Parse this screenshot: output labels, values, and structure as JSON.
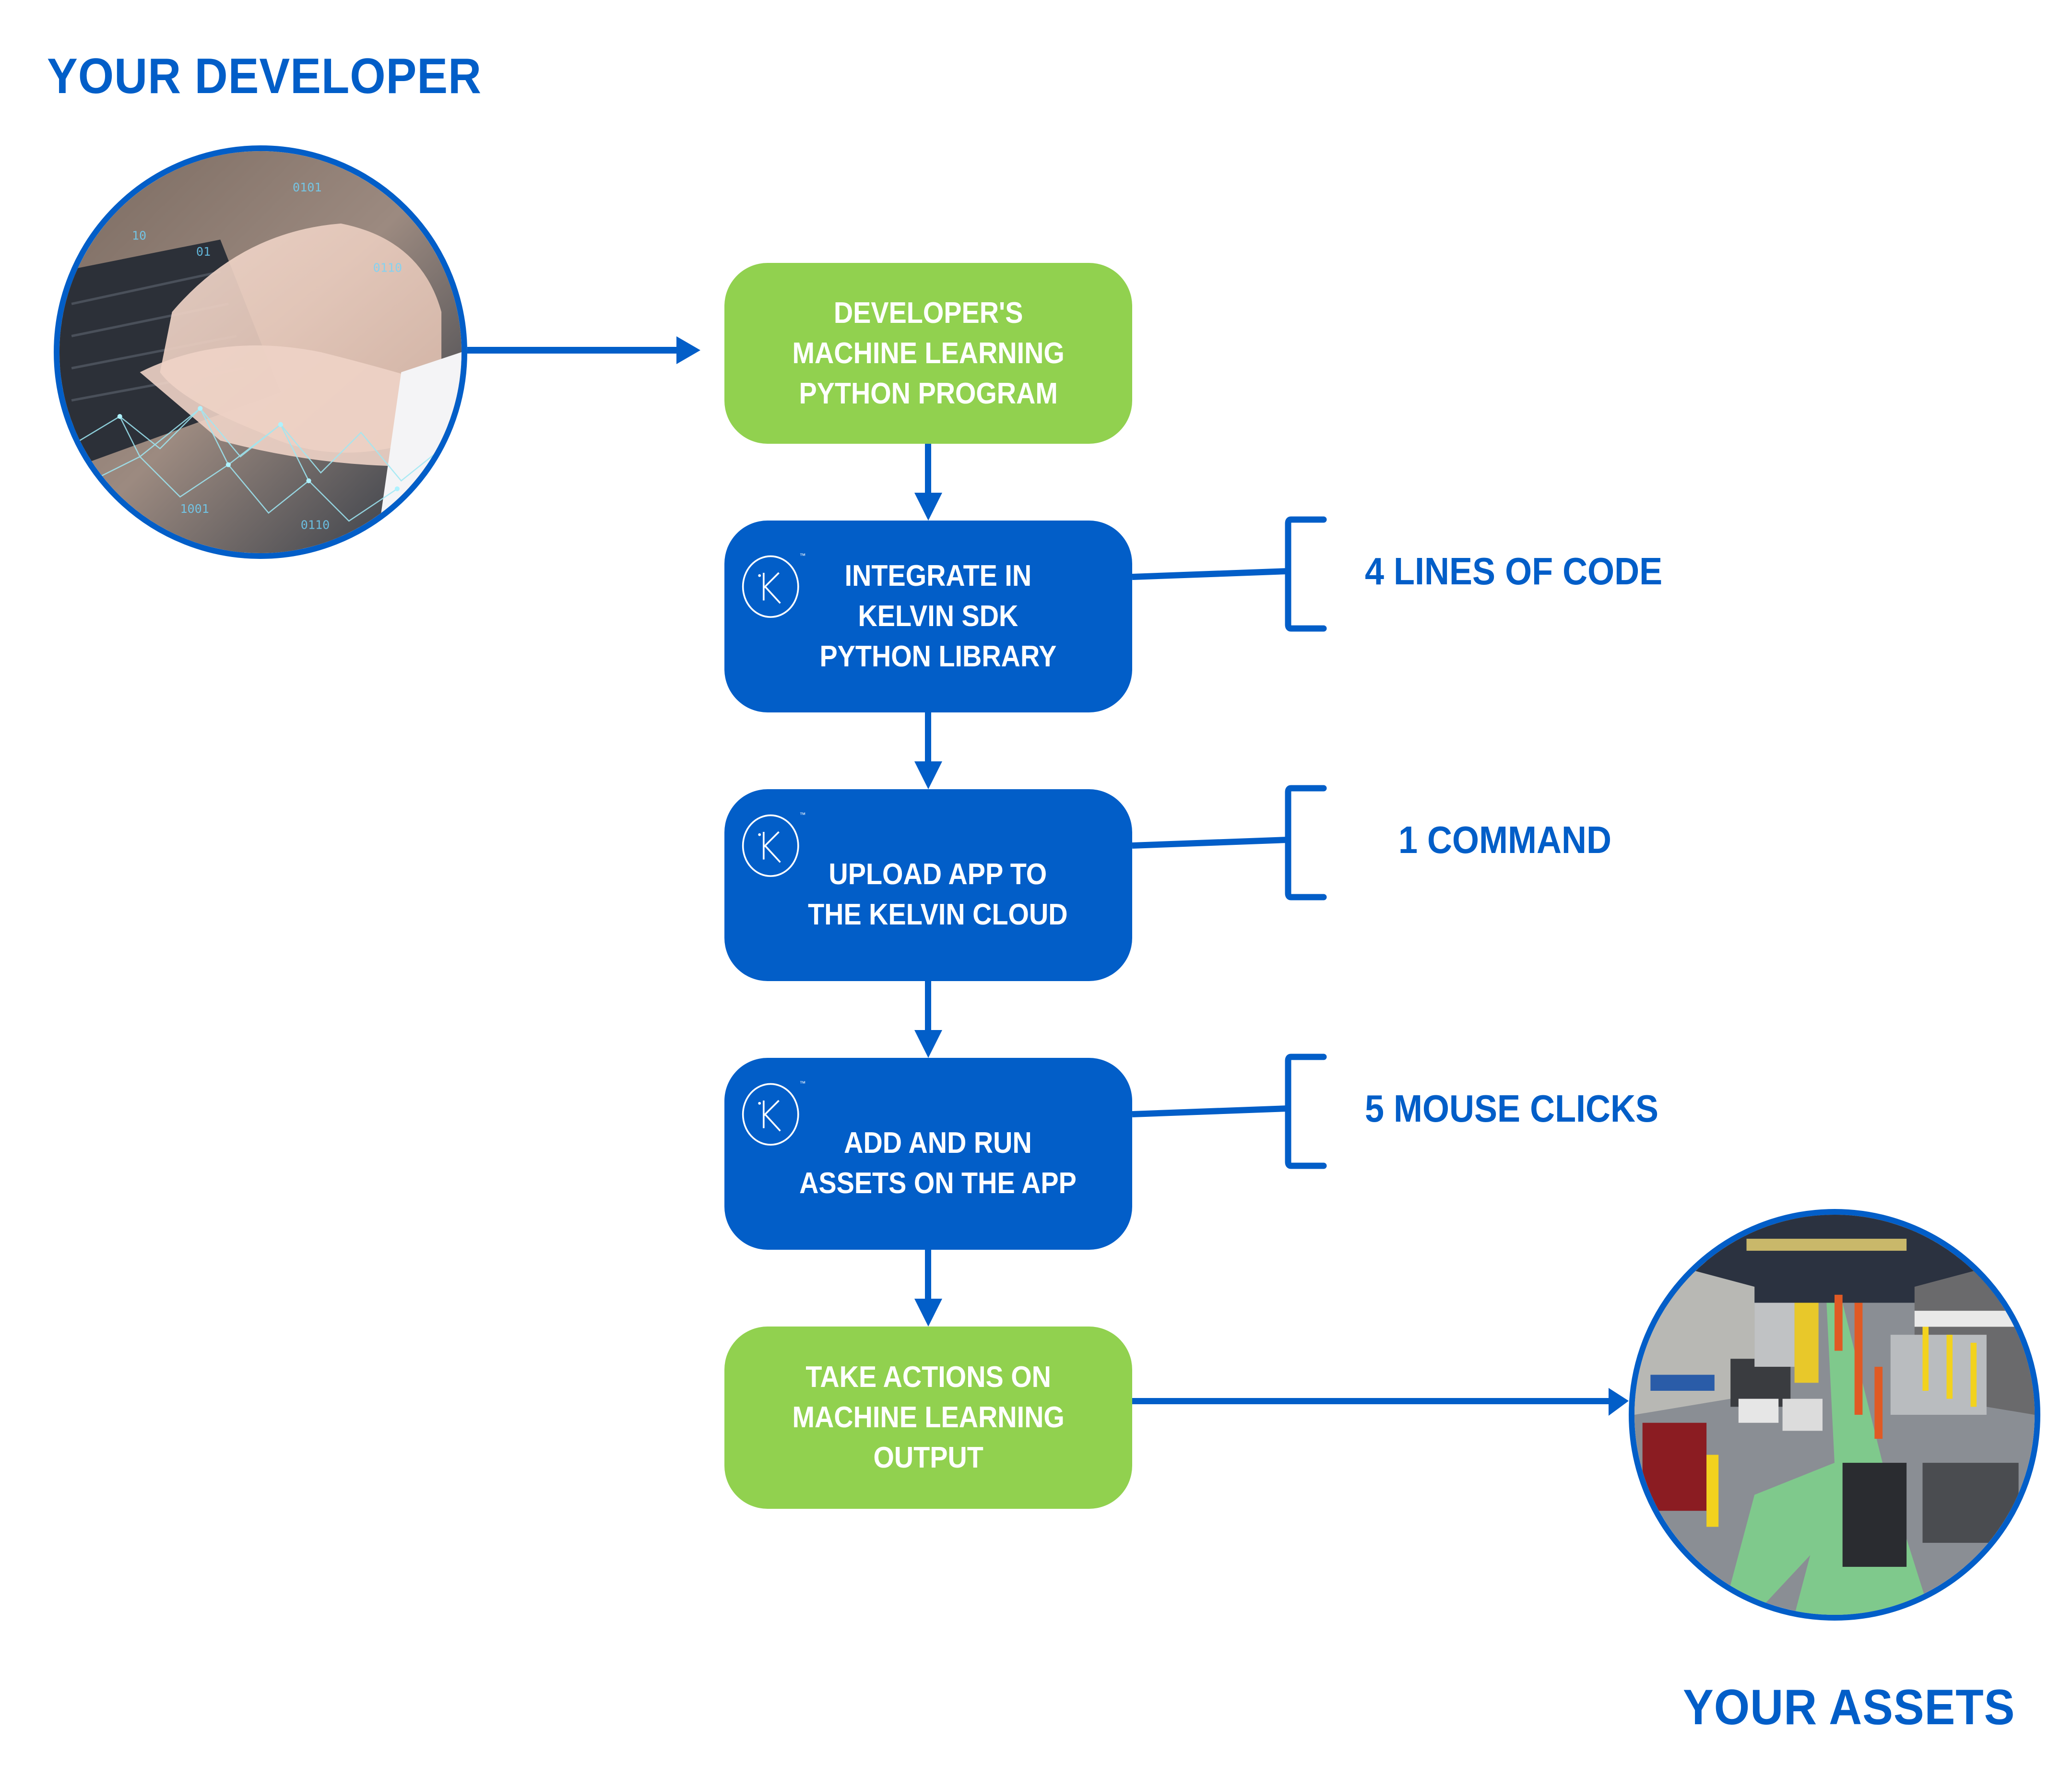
{
  "headings": {
    "developer": "YOUR DEVELOPER",
    "assets": "YOUR ASSETS"
  },
  "images": {
    "developer": "hands-typing-on-keyboard-with-digital-network-overlay",
    "assets": "industrial-factory-floor-aerial-view"
  },
  "steps": [
    {
      "text": "DEVELOPER'S\nMACHINE LEARNING\nPYTHON PROGRAM",
      "style": "green",
      "logo": false
    },
    {
      "text": "INTEGRATE IN\nKELVIN SDK\nPYTHON LIBRARY",
      "style": "blue",
      "logo": true,
      "logo_letter": "K",
      "logo_mark": "™"
    },
    {
      "text": "UPLOAD APP TO\nTHE KELVIN CLOUD",
      "style": "blue",
      "logo": true,
      "logo_letter": "K",
      "logo_mark": "™"
    },
    {
      "text": "ADD AND RUN\nASSETS ON THE APP",
      "style": "blue",
      "logo": true,
      "logo_letter": "K",
      "logo_mark": "™"
    },
    {
      "text": "TAKE ACTIONS ON\nMACHINE LEARNING\nOUTPUT",
      "style": "green",
      "logo": false
    }
  ],
  "annotations": [
    {
      "step": 1,
      "text": "4 LINES OF CODE"
    },
    {
      "step": 2,
      "text": "1 COMMAND"
    },
    {
      "step": 3,
      "text": "5 MOUSE CLICKS"
    }
  ],
  "colors": {
    "brand_blue": "#025ec8",
    "step_green": "#91d14f",
    "text_on_box": "#ffffff",
    "background": "#ffffff"
  }
}
